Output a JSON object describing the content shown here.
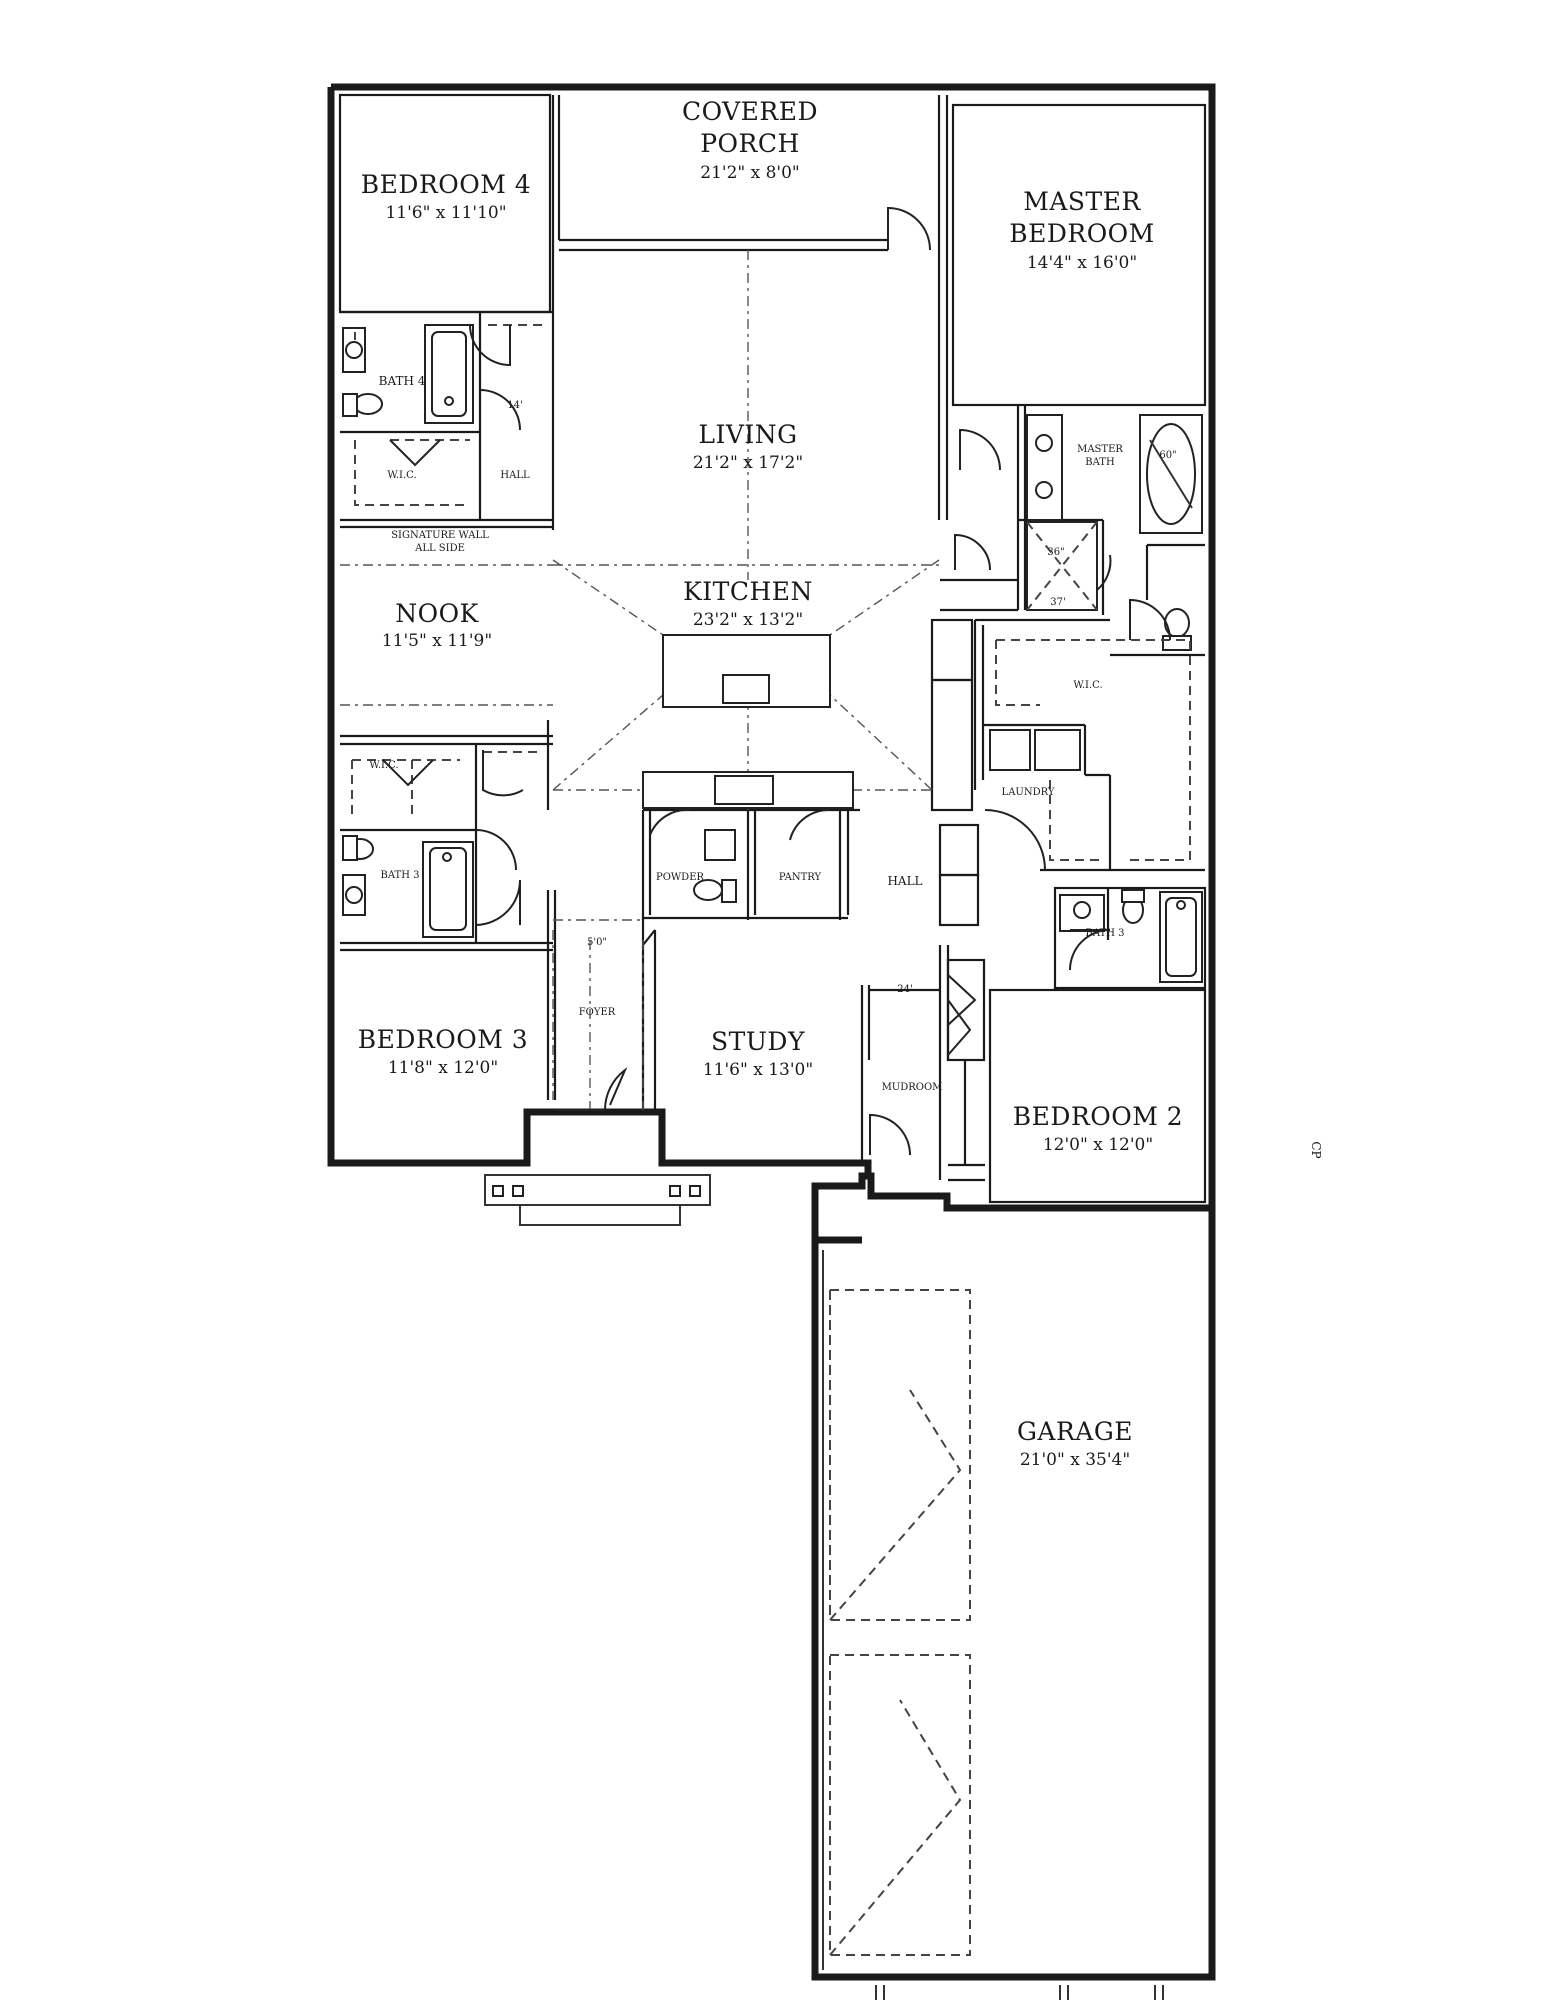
{
  "rooms": {
    "covered_porch": {
      "name_line1": "COVERED",
      "name_line2": "PORCH",
      "dim": "21'2\" x 8'0\""
    },
    "bedroom4": {
      "name": "BEDROOM 4",
      "dim": "11'6\" x 11'10\""
    },
    "master_bedroom": {
      "name_line1": "MASTER",
      "name_line2": "BEDROOM",
      "dim": "14'4\" x 16'0\""
    },
    "living": {
      "name": "LIVING",
      "dim": "21'2\" x 17'2\""
    },
    "kitchen": {
      "name": "KITCHEN",
      "dim": "23'2\" x 13'2\""
    },
    "nook": {
      "name": "NOOK",
      "dim": "11'5\" x 11'9\""
    },
    "bedroom3": {
      "name": "BEDROOM 3",
      "dim": "11'8\" x 12'0\""
    },
    "study": {
      "name": "STUDY",
      "dim": "11'6\" x 13'0\""
    },
    "bedroom2": {
      "name": "BEDROOM 2",
      "dim": "12'0\" x 12'0\""
    },
    "garage": {
      "name": "GARAGE",
      "dim": "21'0\" x 35'4\""
    }
  },
  "labels": {
    "bath4": "BATH 4",
    "wic_bed4": "W.I.C.",
    "hall_upper": "HALL",
    "signature_wall_line1": "SIGNATURE WALL",
    "signature_wall_line2": "ALL SIDE",
    "master_bath_line1": "MASTER",
    "master_bath_line2": "BATH",
    "wic_master": "W.I.C.",
    "laundry": "LAUNDRY",
    "wic_bed3": "W.I.C.",
    "bath3_left": "BATH 3",
    "powder": "POWDER",
    "pantry": "PANTRY",
    "hall_center": "HALL",
    "bath_right": "BATH 3",
    "foyer": "FOYER",
    "mudroom": "MUDROOM",
    "dim_5_0": "5'0\"",
    "dim_hall_upper": "14'",
    "dim_hall_lower": "24'",
    "dim_tub": "36\"",
    "dim_tub2": "60\"",
    "dim_shower": "37'",
    "stray_mark": "CP"
  }
}
